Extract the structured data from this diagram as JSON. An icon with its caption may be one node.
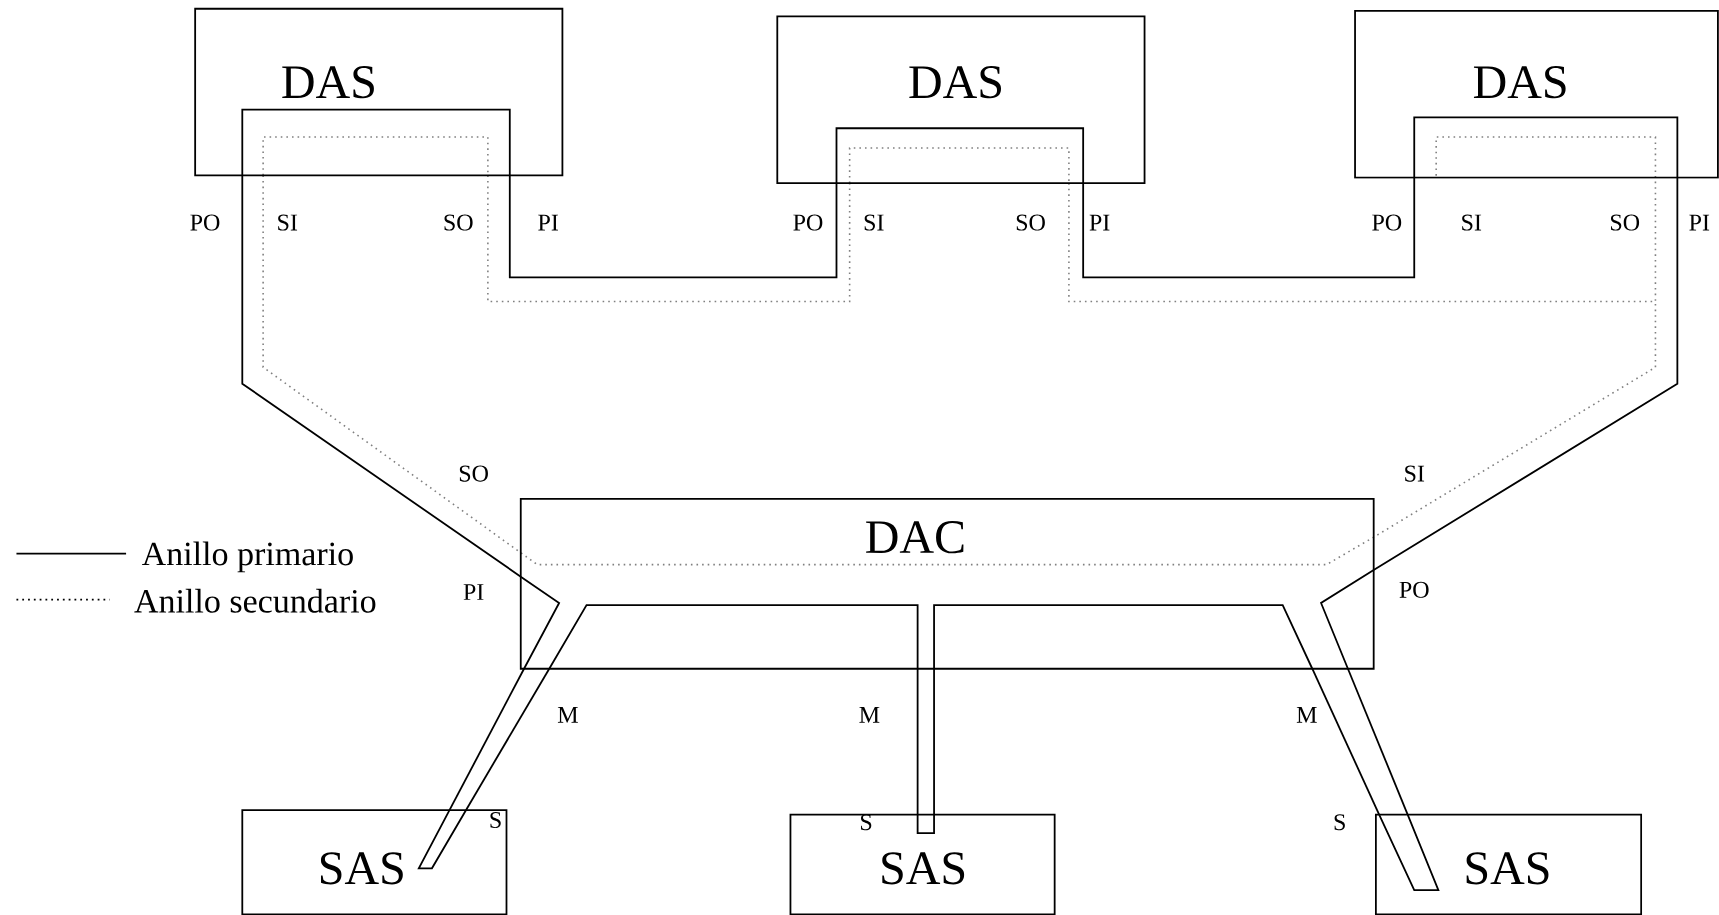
{
  "diagram": {
    "nodes": [
      {
        "text": [
          "DAS"
        ]
      },
      {
        "text": [
          "DAS"
        ]
      },
      {
        "text": [
          "DAS"
        ]
      },
      {
        "text": [
          "DAC"
        ]
      },
      {
        "text": [
          "SAS"
        ]
      },
      {
        "text": [
          "SAS"
        ]
      },
      {
        "text": [
          "SAS"
        ]
      }
    ],
    "edges": [
      {
        "from": 0,
        "to": 1,
        "arrow": "none"
      },
      {
        "from": 1,
        "to": 2,
        "arrow": "none"
      },
      {
        "from": 0,
        "to": 3,
        "arrow": "none"
      },
      {
        "from": 2,
        "to": 3,
        "arrow": "none"
      },
      {
        "from": 3,
        "to": 4,
        "arrow": "none"
      },
      {
        "from": 3,
        "to": 4,
        "arrow": "none"
      },
      {
        "from": 3,
        "to": 5,
        "arrow": "none"
      },
      {
        "from": 3,
        "to": 5,
        "arrow": "none"
      },
      {
        "from": 3,
        "to": 6,
        "arrow": "none"
      },
      {
        "from": 3,
        "to": 6,
        "arrow": "none"
      }
    ],
    "labels": [
      "PO",
      "SI",
      "SO",
      "PI",
      "PO",
      "SI",
      "SO",
      "PI",
      "PO",
      "SI",
      "SO",
      "PI",
      "SO",
      "SI",
      "PI",
      "PO",
      "M",
      "M",
      "M",
      "S",
      "S",
      "S"
    ],
    "legend": [
      {
        "text": "Anillo primario"
      },
      {
        "text": "Anillo secundario"
      }
    ]
  }
}
